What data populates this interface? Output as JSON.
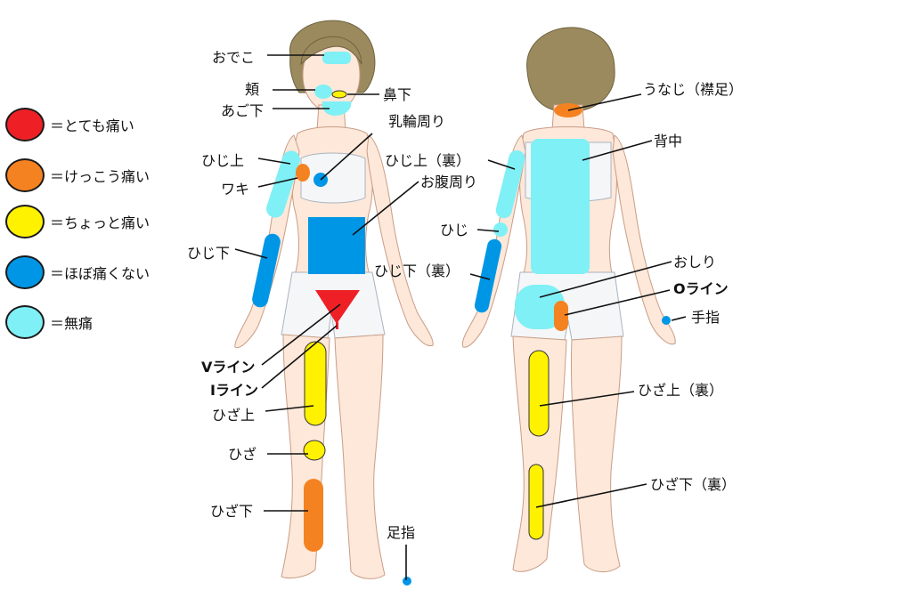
{
  "colors": {
    "very_painful": "#ee2026",
    "quite_painful": "#f58220",
    "slightly_painful": "#fff200",
    "hardly_painful": "#0096e6",
    "painless": "#7ff0f5"
  },
  "legend": [
    {
      "level": "very_painful",
      "label": "＝とても痛い"
    },
    {
      "level": "quite_painful",
      "label": "＝けっこう痛い"
    },
    {
      "level": "slightly_painful",
      "label": "＝ちょっと痛い"
    },
    {
      "level": "hardly_painful",
      "label": "＝ほぼ痛くない"
    },
    {
      "level": "painless",
      "label": "＝無痛"
    }
  ],
  "labels": {
    "odeko": "おでこ",
    "hoho": "頬",
    "agoshita": "あご下",
    "hanashita": "鼻下",
    "nyurin": "乳輪周り",
    "hijiue": "ひじ上",
    "waki": "ワキ",
    "onaka": "お腹周り",
    "hijishita": "ひじ下",
    "vline": "Vライン",
    "iline": "Iライン",
    "hizaue": "ひざ上",
    "hiza": "ひざ",
    "hizashita": "ひざ下",
    "ashiyubi": "足指",
    "unaji": "うなじ（襟足）",
    "senaka": "背中",
    "hijiue_ura": "ひじ上（裏）",
    "hiji": "ひじ",
    "hijishita_ura": "ひじ下（裏）",
    "oshiri": "おしり",
    "oline": "Oライン",
    "teyubi": "手指",
    "hizaue_ura": "ひざ上（裏）",
    "hizashita_ura": "ひざ下（裏）"
  },
  "regions": {
    "odeko": "painless",
    "hoho": "painless",
    "agoshita": "painless",
    "hanashita": "slightly_painful",
    "nyurin": "hardly_painful",
    "hijiue": "painless",
    "waki": "quite_painful",
    "onaka": "hardly_painful",
    "hijishita": "hardly_painful",
    "vline": "very_painful",
    "iline": "very_painful",
    "hizaue": "slightly_painful",
    "hiza": "slightly_painful",
    "hizashita": "quite_painful",
    "ashiyubi": "hardly_painful",
    "unaji": "quite_painful",
    "senaka": "painless",
    "hijiue_ura": "painless",
    "hiji": "painless",
    "hijishita_ura": "hardly_painful",
    "oshiri": "painless",
    "oline": "quite_painful",
    "teyubi": "hardly_painful",
    "hizaue_ura": "slightly_painful",
    "hizashita_ura": "slightly_painful"
  }
}
